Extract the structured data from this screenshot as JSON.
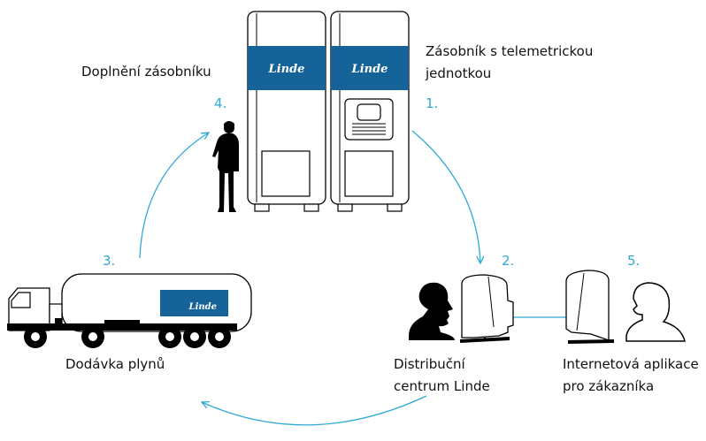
{
  "colors": {
    "accent": "#2ea9d6",
    "brand_blue": "#16639a",
    "outline": "#000000",
    "text": "#111111",
    "background": "#ffffff"
  },
  "labels": {
    "refill": "Doplnění zásobníku",
    "tank_line1": "Zásobník s telemetrickou",
    "tank_line2": "jednotkou",
    "delivery": "Dodávka plynů",
    "distribution_line1": "Distribuční",
    "distribution_line2": "centrum Linde",
    "internet_line1": "Internetová aplikace",
    "internet_line2": "pro zákazníka"
  },
  "steps": {
    "s1": "1.",
    "s2": "2.",
    "s3": "3.",
    "s4": "4.",
    "s5": "5."
  },
  "logos": {
    "brand": "Linde"
  }
}
